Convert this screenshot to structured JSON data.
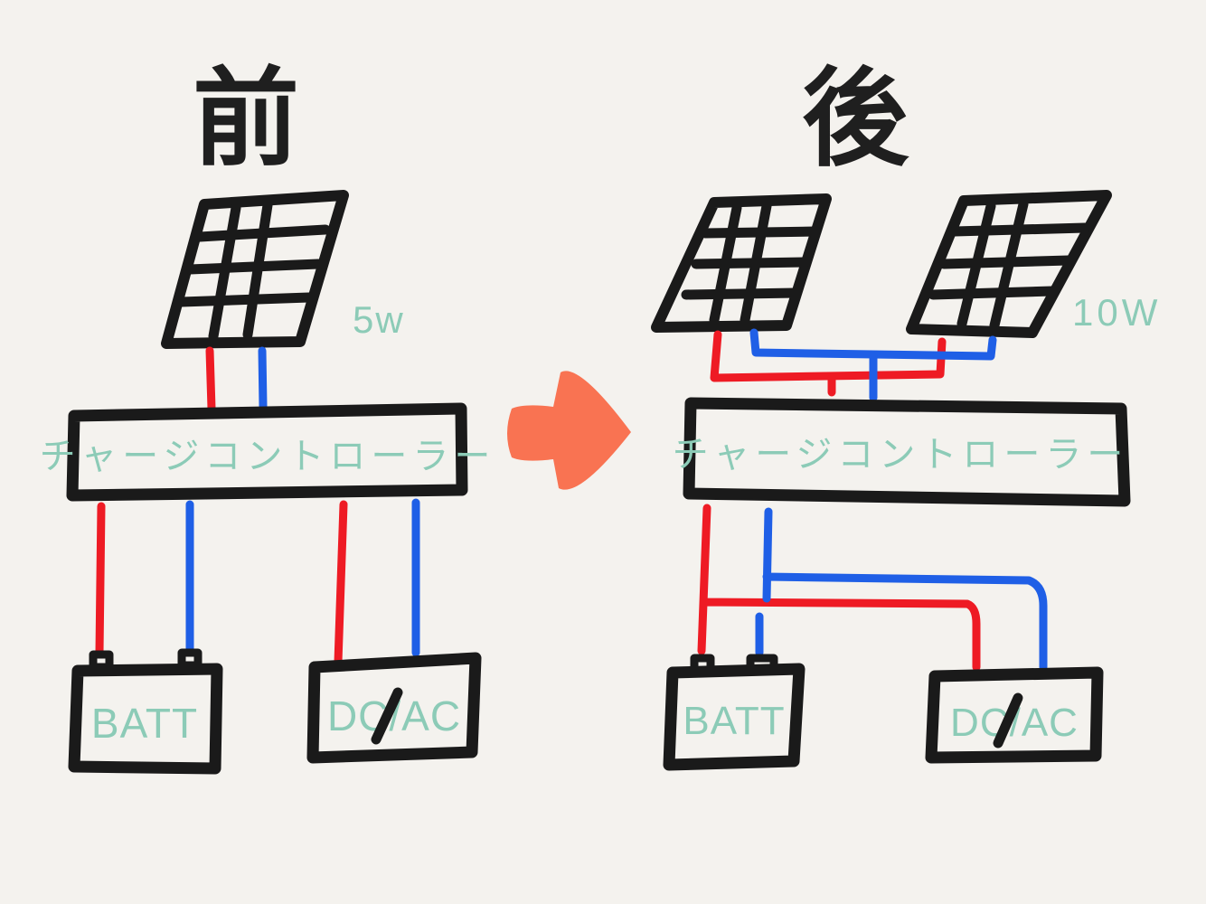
{
  "before": {
    "heading": "前",
    "panel_rating": "5w",
    "controller_label": "チャージコントローラー",
    "battery_label": "BATT",
    "inverter_label": "DC/AC"
  },
  "after": {
    "heading": "後",
    "panel_rating": "10W",
    "controller_label": "チャージコントローラー",
    "battery_label": "BATT",
    "inverter_label": "DC/AC"
  },
  "colors": {
    "positive_wire": "#ee1b24",
    "negative_wire": "#1f5fe6",
    "arrow": "#f97352",
    "label_ink": "#8ccbb7"
  },
  "icons": {
    "solar_panel": "solar-panel-icon",
    "transition": "arrow-right-icon"
  }
}
